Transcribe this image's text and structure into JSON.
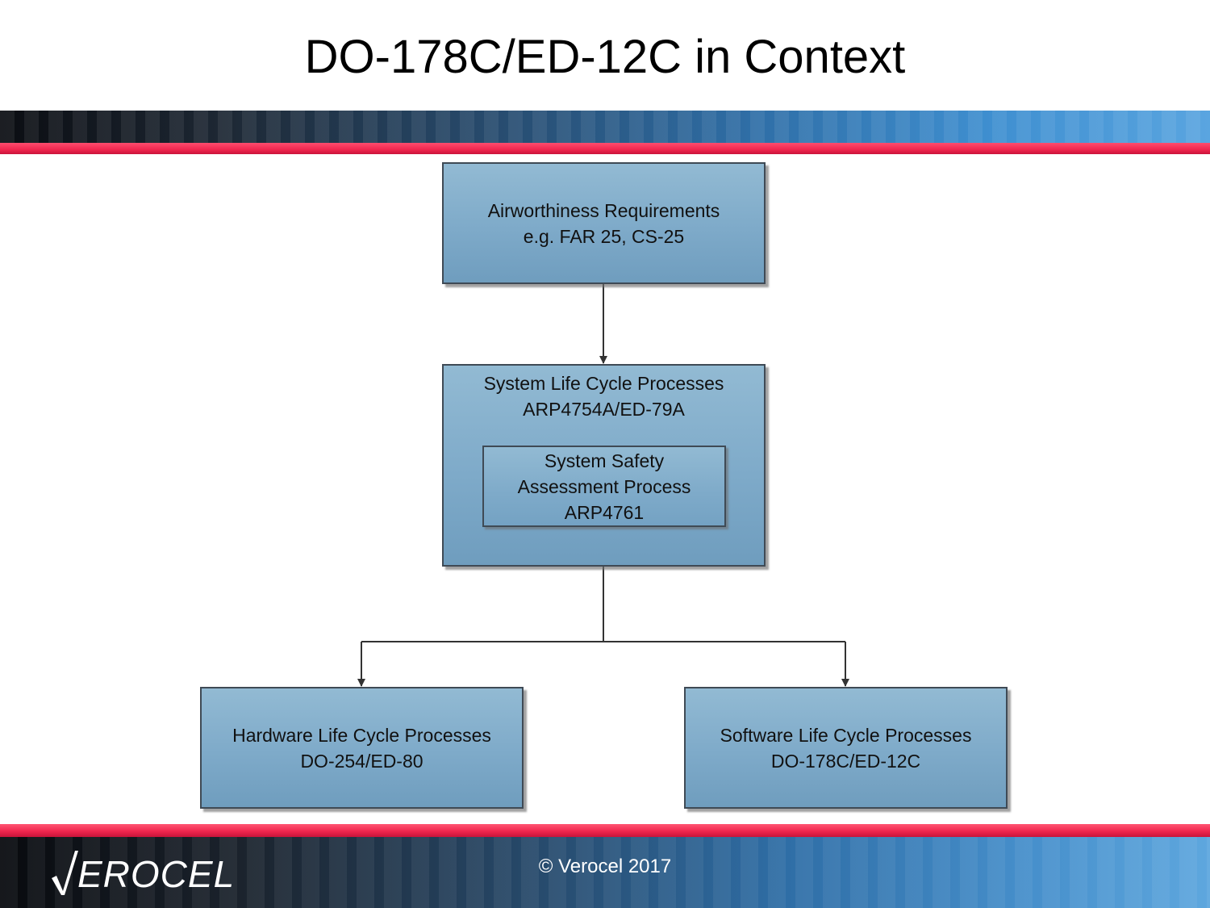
{
  "slide": {
    "title": "DO-178C/ED-12C in Context"
  },
  "diagram": {
    "airworthiness": {
      "line1": "Airworthiness Requirements",
      "line2": "e.g. FAR 25, CS-25"
    },
    "system": {
      "line1": "System Life Cycle Processes",
      "line2": "ARP4754A/ED-79A",
      "safety": {
        "line1": "System Safety",
        "line2": "Assessment Process",
        "line3": "ARP4761"
      }
    },
    "hardware": {
      "line1": "Hardware Life Cycle Processes",
      "line2": "DO-254/ED-80"
    },
    "software": {
      "line1": "Software Life Cycle Processes",
      "line2": "DO-178C/ED-12C"
    }
  },
  "footer": {
    "logo_text": "EROCEL",
    "copyright": "© Verocel 2017"
  }
}
